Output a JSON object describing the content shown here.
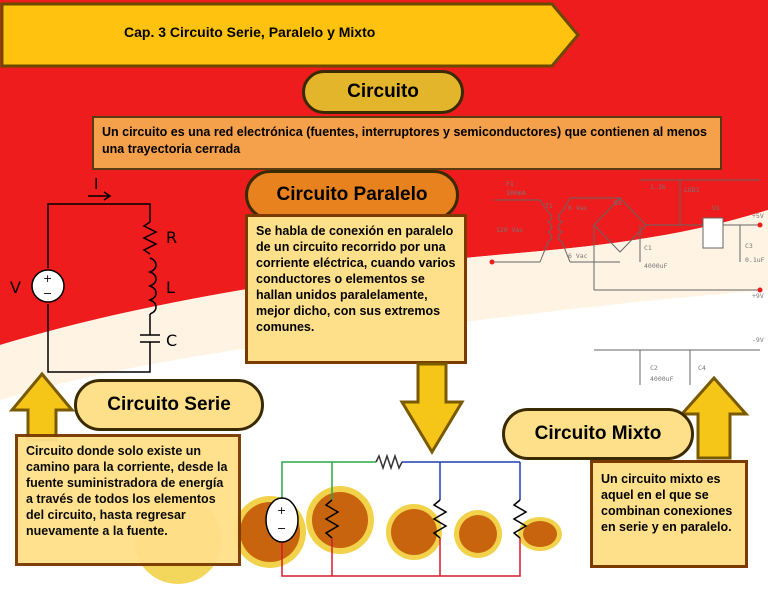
{
  "header": {
    "title": "Cap. 3  Circuito Serie, Paralelo y Mixto"
  },
  "circuito": {
    "title": "Circuito",
    "definition": "Un circuito es una red electrónica (fuentes, interruptores y semiconductores) que contienen al menos una trayectoria cerrada"
  },
  "paralelo": {
    "title": "Circuito Paralelo",
    "text": "Se habla de conexión en paralelo de un circuito recorrido por una corriente eléctrica, cuando varios conductores o elementos se hallan unidos paralelamente, mejor dicho, con sus extremos comunes."
  },
  "serie": {
    "title": "Circuito Serie",
    "text": "Circuito donde solo existe un camino para la corriente, desde la fuente suministradora de energía a través de todos los elementos del circuito, hasta regresar nuevamente a la fuente."
  },
  "mixto": {
    "title": "Circuito Mixto",
    "text": "Un circuito mixto es aquel en el que se combinan conexiones en serie y en paralelo."
  },
  "rlc_diagram": {
    "current_label": "I",
    "source_label": "V",
    "plus": "+",
    "minus": "−",
    "r_label": "R",
    "l_label": "L",
    "c_label": "C"
  },
  "schematic": {
    "labels": [
      "F1",
      "100mA",
      "T1",
      "120 Vac",
      "6 Vac",
      "6 Vac",
      "D1",
      "C1",
      "4000uF",
      "C2",
      "4000uF",
      "1.2k",
      "LED1",
      "U1",
      "C3",
      "0.1uF",
      "C4",
      "+5V",
      "+9V",
      "-9V"
    ]
  },
  "colors": {
    "red": "#ee1c1c",
    "yellow": "#ffc20e",
    "orange_box": "#f5a04a",
    "cream_box": "#ffe08a",
    "pill_fill": "#e3b52a",
    "dark_orange_pill": "#e8821e",
    "arrow": "#f5c518"
  }
}
